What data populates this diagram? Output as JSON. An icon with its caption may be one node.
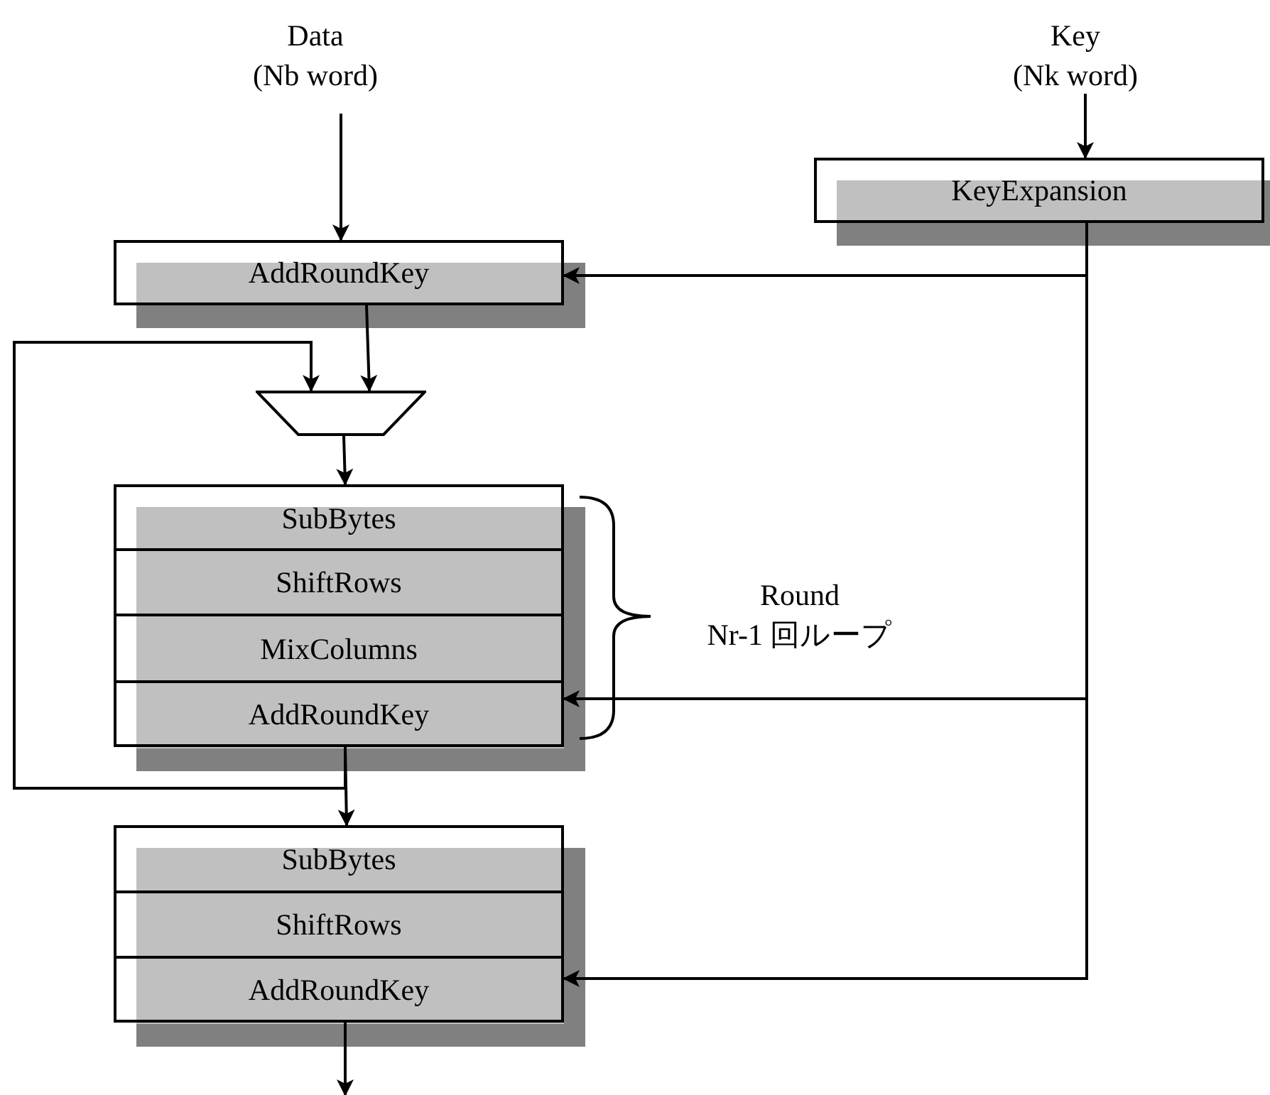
{
  "diagram": {
    "nodes": [
      {
        "text": [
          "Data (Nb word)"
        ]
      },
      {
        "text": [
          "Key (Nk word)"
        ]
      },
      {
        "text": [
          "KeyExpansion"
        ]
      },
      {
        "text": [
          "AddRoundKey"
        ]
      },
      {
        "text": [],
        "shape": "trapezoid"
      },
      {
        "text": [
          "SubBytes"
        ]
      },
      {
        "text": [
          "ShiftRows"
        ]
      },
      {
        "text": [
          "MixColumns"
        ]
      },
      {
        "text": [
          "AddRoundKey"
        ]
      },
      {
        "text": [
          "SubBytes"
        ]
      },
      {
        "text": [
          "ShiftRows"
        ]
      },
      {
        "text": [
          "AddRoundKey"
        ]
      }
    ],
    "edges": [
      {
        "from": 0,
        "to": 3,
        "arrow": "to"
      },
      {
        "from": 1,
        "to": 2,
        "arrow": "to"
      },
      {
        "from": 2,
        "to": 3,
        "arrow": "to"
      },
      {
        "from": 3,
        "to": 4,
        "arrow": "to"
      },
      {
        "from": 8,
        "to": 4,
        "arrow": "to"
      },
      {
        "from": 4,
        "to": 5,
        "arrow": "to"
      },
      {
        "from": 2,
        "to": 8,
        "arrow": "to"
      },
      {
        "from": 8,
        "to": 9,
        "arrow": "to"
      },
      {
        "from": 2,
        "to": 11,
        "arrow": "to"
      },
      {
        "from": 11,
        "to": null,
        "arrow": "to"
      }
    ],
    "labels": [
      "Round Nr-1 回ループ"
    ]
  }
}
